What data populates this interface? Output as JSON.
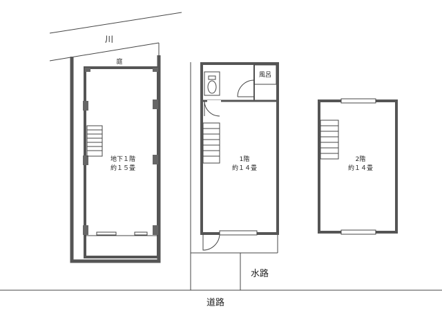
{
  "diagram": {
    "type": "floor-plan",
    "labels": {
      "river": "川",
      "garden": "庭",
      "basement_name": "地下１階",
      "basement_area": "約１５畳",
      "bath": "風呂",
      "floor1_name": "1階",
      "floor1_area": "約１４畳",
      "floor2_name": "2階",
      "floor2_area": "約１４畳",
      "waterway": "水路",
      "road": "道路"
    },
    "colors": {
      "wall": "#555555",
      "thin_line": "#444444",
      "column": "#666666",
      "background": "#ffffff"
    }
  }
}
